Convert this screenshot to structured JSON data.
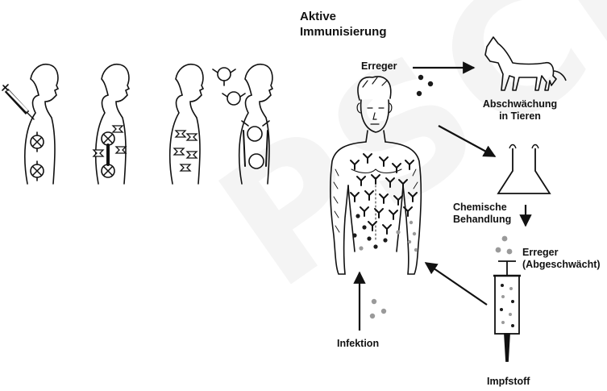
{
  "title_lines": [
    "Aktive",
    "Immunisierung"
  ],
  "labels": {
    "erreger": "Erreger",
    "abschwaechung_lines": [
      "Abschwächung",
      "in Tieren"
    ],
    "chemische_lines": [
      "Chemische",
      "Behandlung"
    ],
    "erreger_abgeschwaecht_lines": [
      "Erreger",
      "(Abgeschwächt)"
    ],
    "infektion": "Infektion",
    "impfstoff": "Impfstoff"
  },
  "watermark": "PSCH",
  "colors": {
    "ink": "#111111",
    "pathogen": "#1a1a1a",
    "weakened": "#9a9a9a",
    "watermark": "#c8c8c8"
  },
  "icons": [
    "syringe-icon",
    "horse-icon",
    "flask-icon",
    "antibody-icon",
    "pathogen-particle-icon"
  ]
}
